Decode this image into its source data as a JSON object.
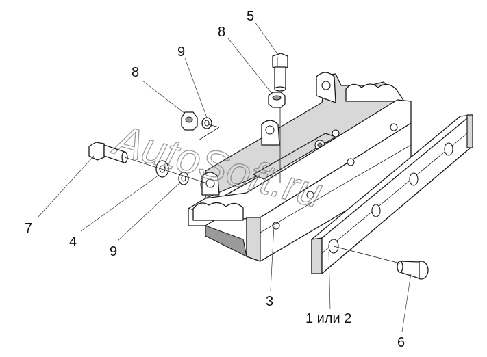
{
  "watermark": "AutoSoft.ru",
  "callouts": {
    "c5": "5",
    "c8_top": "8",
    "c9_top": "9",
    "c8_left": "8",
    "c7": "7",
    "c4": "4",
    "c9_bottom": "9",
    "c3": "3",
    "c1or2": "1 или 2",
    "c6": "6"
  }
}
